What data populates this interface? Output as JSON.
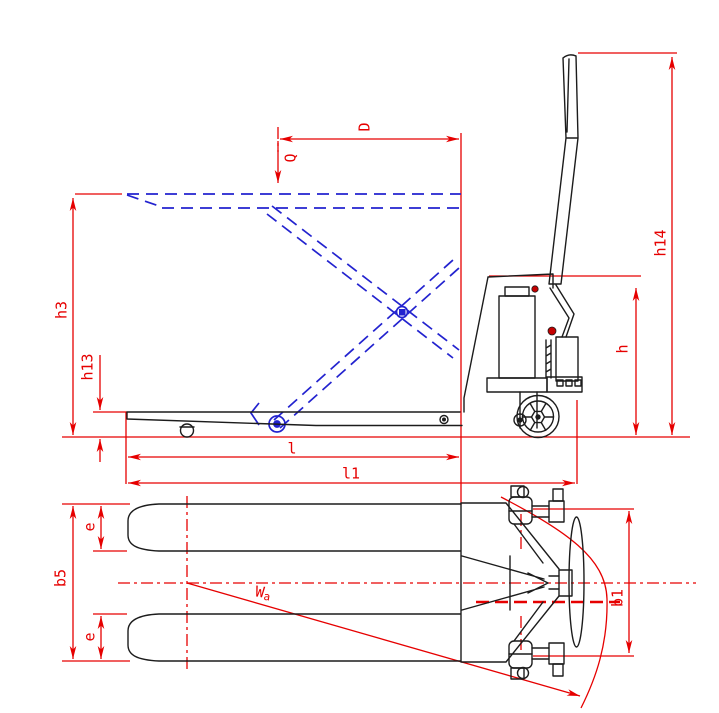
{
  "drawing": {
    "colors": {
      "dimension_red": "#e60000",
      "raised_position_blue": "#2323cf",
      "truck_outline_black": "#1c1c1c",
      "background": "#ffffff"
    },
    "labels": {
      "D": "D",
      "Q": "Q",
      "h3": "h3",
      "h13": "h13",
      "h": "h",
      "h14": "h14",
      "l": "l",
      "l1": "l1",
      "b5": "b5",
      "e_top": "e",
      "e_bottom": "e",
      "b1": "b1",
      "Wa_main": "W",
      "Wa_sub": "a"
    }
  }
}
